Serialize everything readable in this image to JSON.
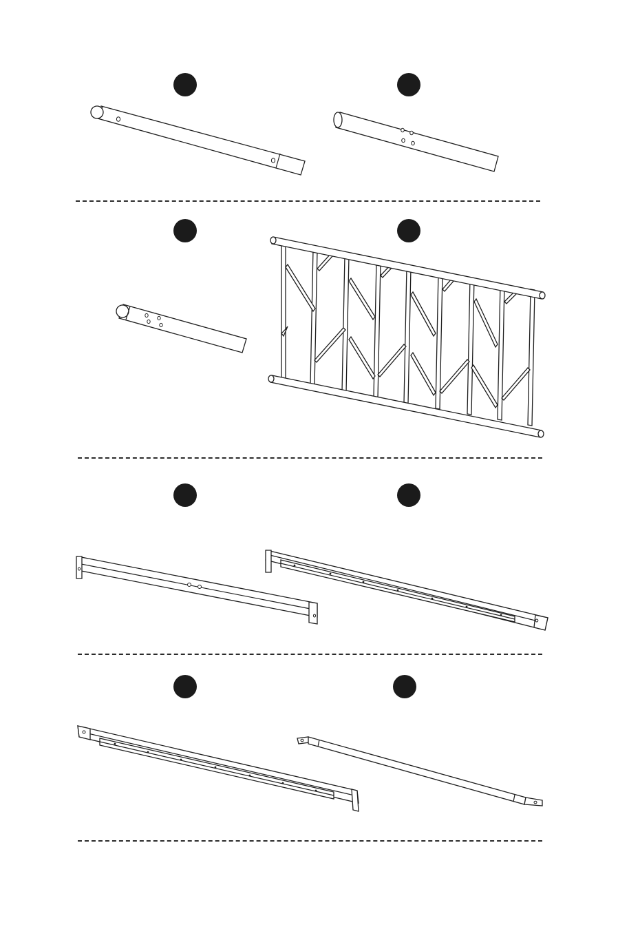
{
  "document": {
    "type": "assembly-parts-sheet",
    "parts": [
      {
        "id": "part-1",
        "marker_label": "",
        "icon": "tube-with-end-cap"
      },
      {
        "id": "part-2",
        "marker_label": "",
        "icon": "tube-with-holes"
      },
      {
        "id": "part-3",
        "marker_label": "",
        "icon": "short-tube-with-end-cap"
      },
      {
        "id": "part-4",
        "marker_label": "",
        "icon": "decorative-headboard-panel"
      },
      {
        "id": "part-5",
        "marker_label": "",
        "icon": "cross-rail-with-brackets"
      },
      {
        "id": "part-6",
        "marker_label": "",
        "icon": "side-rail-right"
      },
      {
        "id": "part-7",
        "marker_label": "",
        "icon": "side-rail-left"
      },
      {
        "id": "part-8",
        "marker_label": "",
        "icon": "support-bar-with-tabs"
      }
    ],
    "colors": {
      "ink": "#1e1e1e",
      "marker": "#1b1b1b",
      "paper": "#ffffff"
    }
  }
}
